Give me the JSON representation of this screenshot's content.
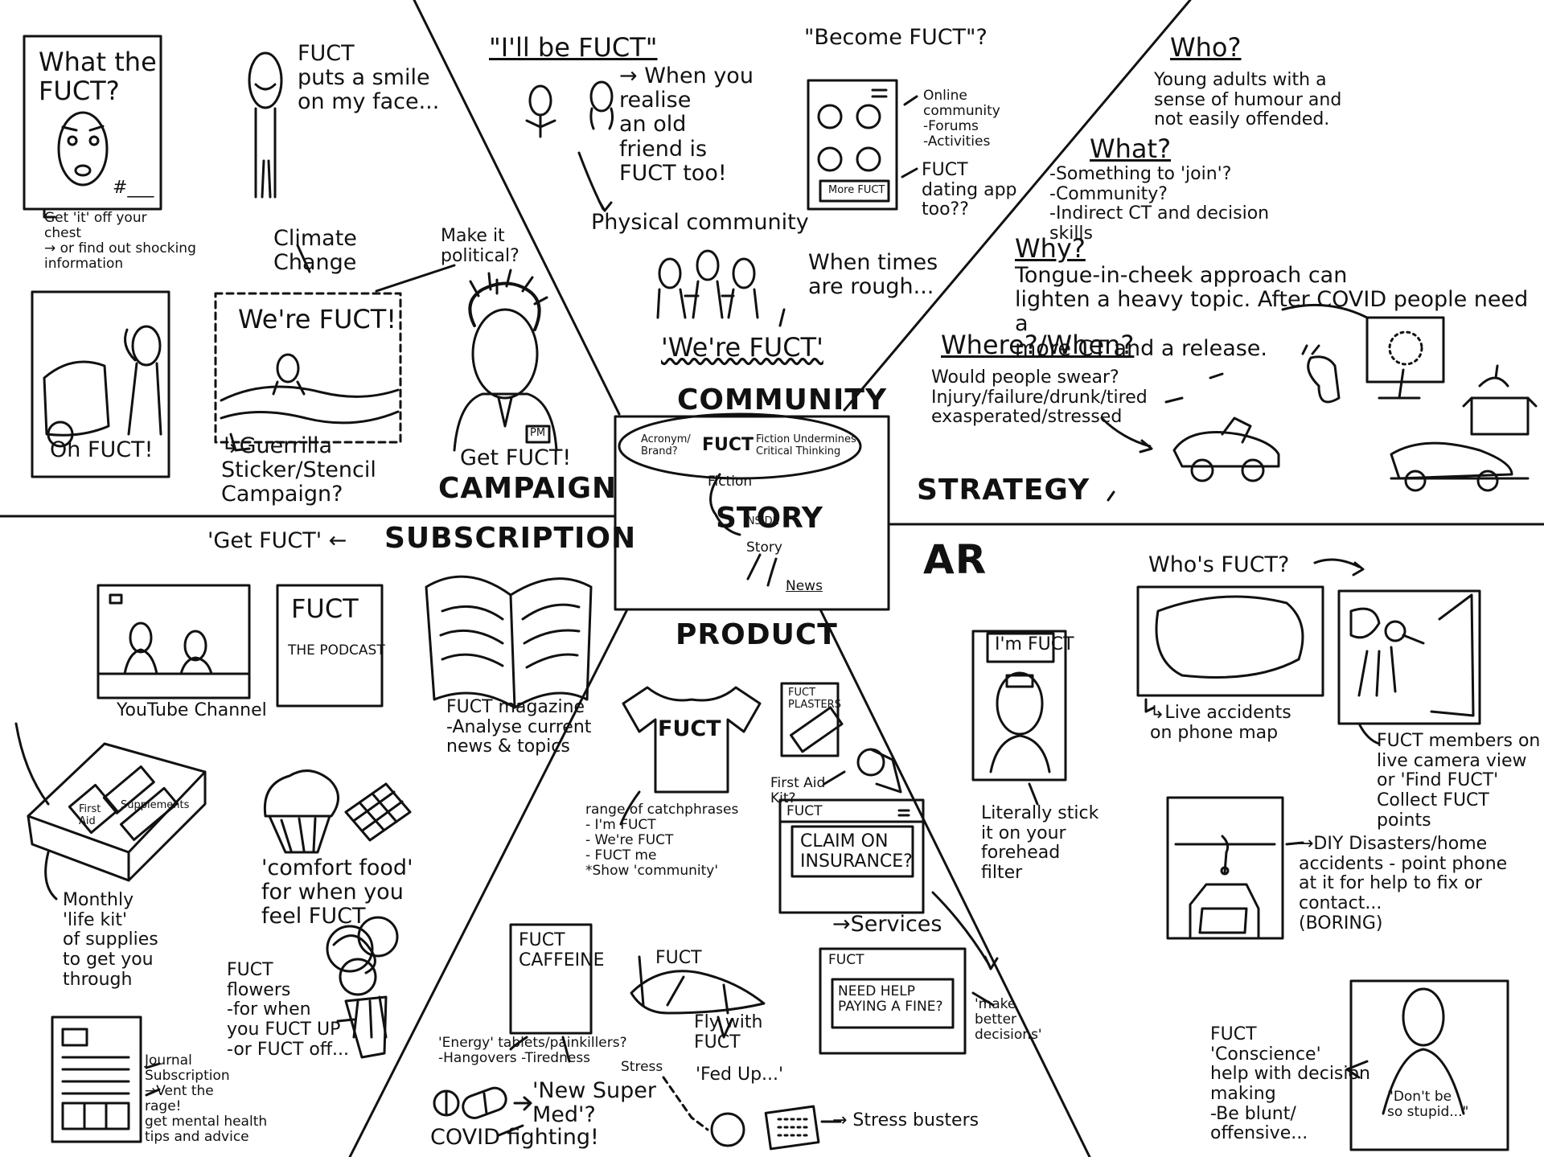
{
  "sections": {
    "community": "COMMUNITY",
    "campaign": "CAMPAIGN",
    "strategy": "STRATEGY",
    "subscription": "SUBSCRIPTION",
    "product": "PRODUCT",
    "ar": "AR"
  },
  "center": {
    "acronym": "Acronym/\nBrand?",
    "fuct": "FUCT",
    "meaning": "Fiction Undermines\nCritical Thinking",
    "fiction": "Fiction",
    "story": "STORY",
    "inside": "INSIDE",
    "story_small": "Story",
    "news": "News"
  },
  "campaign_area": {
    "what_the_fuct": "What the\nFUCT?",
    "hash": "#___",
    "get_it_off": "Get 'it' off your\nchest\n→ or find out shocking\ninformation",
    "puts_smile": "FUCT\nputs a smile\non my face...",
    "climate_change": "Climate\nChange",
    "make_political": "Make it\npolitical?",
    "were_fuct": "We're FUCT!",
    "guerrilla": "↳Guerrilla\nSticker/Stencil\nCampaign?",
    "oh_fuct": "Oh FUCT!",
    "pm": "PM",
    "get_fuct": "Get FUCT!"
  },
  "community_area": {
    "ill_be_fuct": "\"I'll be FUCT\"",
    "old_friend": "→ When you\nrealise\nan old\nfriend is\nFUCT too!",
    "become_fuct": "\"Become FUCT\"?",
    "online": "Online\ncommunity\n-Forums\n-Activities",
    "more_fuct": "More FUCT",
    "dating": "FUCT\ndating app\ntoo??",
    "physical": "Physical community",
    "times_rough": "When times\nare rough...",
    "were_fuct_q": "'We're FUCT'"
  },
  "strategy_area": {
    "who_q": "Who?",
    "who_a": "Young adults with a\nsense of humour and\nnot easily offended.",
    "what_q": "What?",
    "what_a": "-Something to 'join'?\n-Community?\n-Indirect CT and decision\nskills",
    "why_q": "Why?",
    "why_a": "Tongue-in-cheek approach can\nlighten a heavy topic. After COVID people need a\nmore CT and a release.",
    "where_q": "Where?/When?",
    "where_a": "Would people swear?\nInjury/failure/drunk/tired\nexasperated/stressed"
  },
  "subscription_area": {
    "get_fuct": "'Get FUCT' ←",
    "youtube": "YouTube Channel",
    "podcast_title": "FUCT",
    "podcast_sub": "THE PODCAST",
    "magazine": "FUCT magazine\n-Analyse current\nnews & topics",
    "first_aid": "First\nAid",
    "supplements": "Supplements",
    "life_kit": "Monthly\n'life kit'\nof supplies\nto get you\nthrough",
    "comfort_food": "'comfort food'\nfor when you\nfeel FUCT",
    "flowers": "FUCT\nflowers\n-for when\nyou FUCT UP\n-or FUCT off...",
    "journal": "Journal\nSubscription\n→Vent the\nrage!\nget mental health\ntips and advice"
  },
  "product_area": {
    "shirt": "FUCT",
    "catchphrases": "range of catchphrases\n- I'm FUCT\n- We're FUCT\n- FUCT me\n*Show 'community'",
    "plasters": "FUCT\nPLASTERS",
    "first_aid_kit": "First Aid\nKit?",
    "insurance_head": "FUCT",
    "claim": "CLAIM ON\nINSURANCE?",
    "services": "→Services",
    "caffeine": "FUCT\nCAFFEINE",
    "plane": "FUCT",
    "fly": "Fly with\nFUCT",
    "fined": "FUCT",
    "need_help": "NEED HELP\nPAYING A FINE?",
    "better": "'make\nbetter\ndecisions'",
    "energy": "'Energy' tablets/painkillers?\n-Hangovers -Tiredness",
    "stress": "Stress",
    "fed_up": "'Fed Up...'",
    "new_super": "'New Super\nMed'?",
    "covid": "COVID fighting!",
    "stress_busters": "→ Stress busters"
  },
  "ar_area": {
    "whos_fuct": "Who's FUCT?",
    "live_accidents": "↳Live accidents\non phone map",
    "members": "FUCT members on\nlive camera view\nor 'Find FUCT'\nCollect FUCT\npoints",
    "im_fuct": "I'm FUCT",
    "forehead": "Literally stick\nit on your\nforehead\nfilter",
    "diy": "→DIY Disasters/home\naccidents - point phone\nat it for help to fix or\ncontact...\n(BORING)",
    "conscience": "FUCT\n'Conscience'\nhelp with decision\nmaking\n-Be blunt/\noffensive...",
    "dont_be": "\"Don't be\nso stupid...\""
  }
}
